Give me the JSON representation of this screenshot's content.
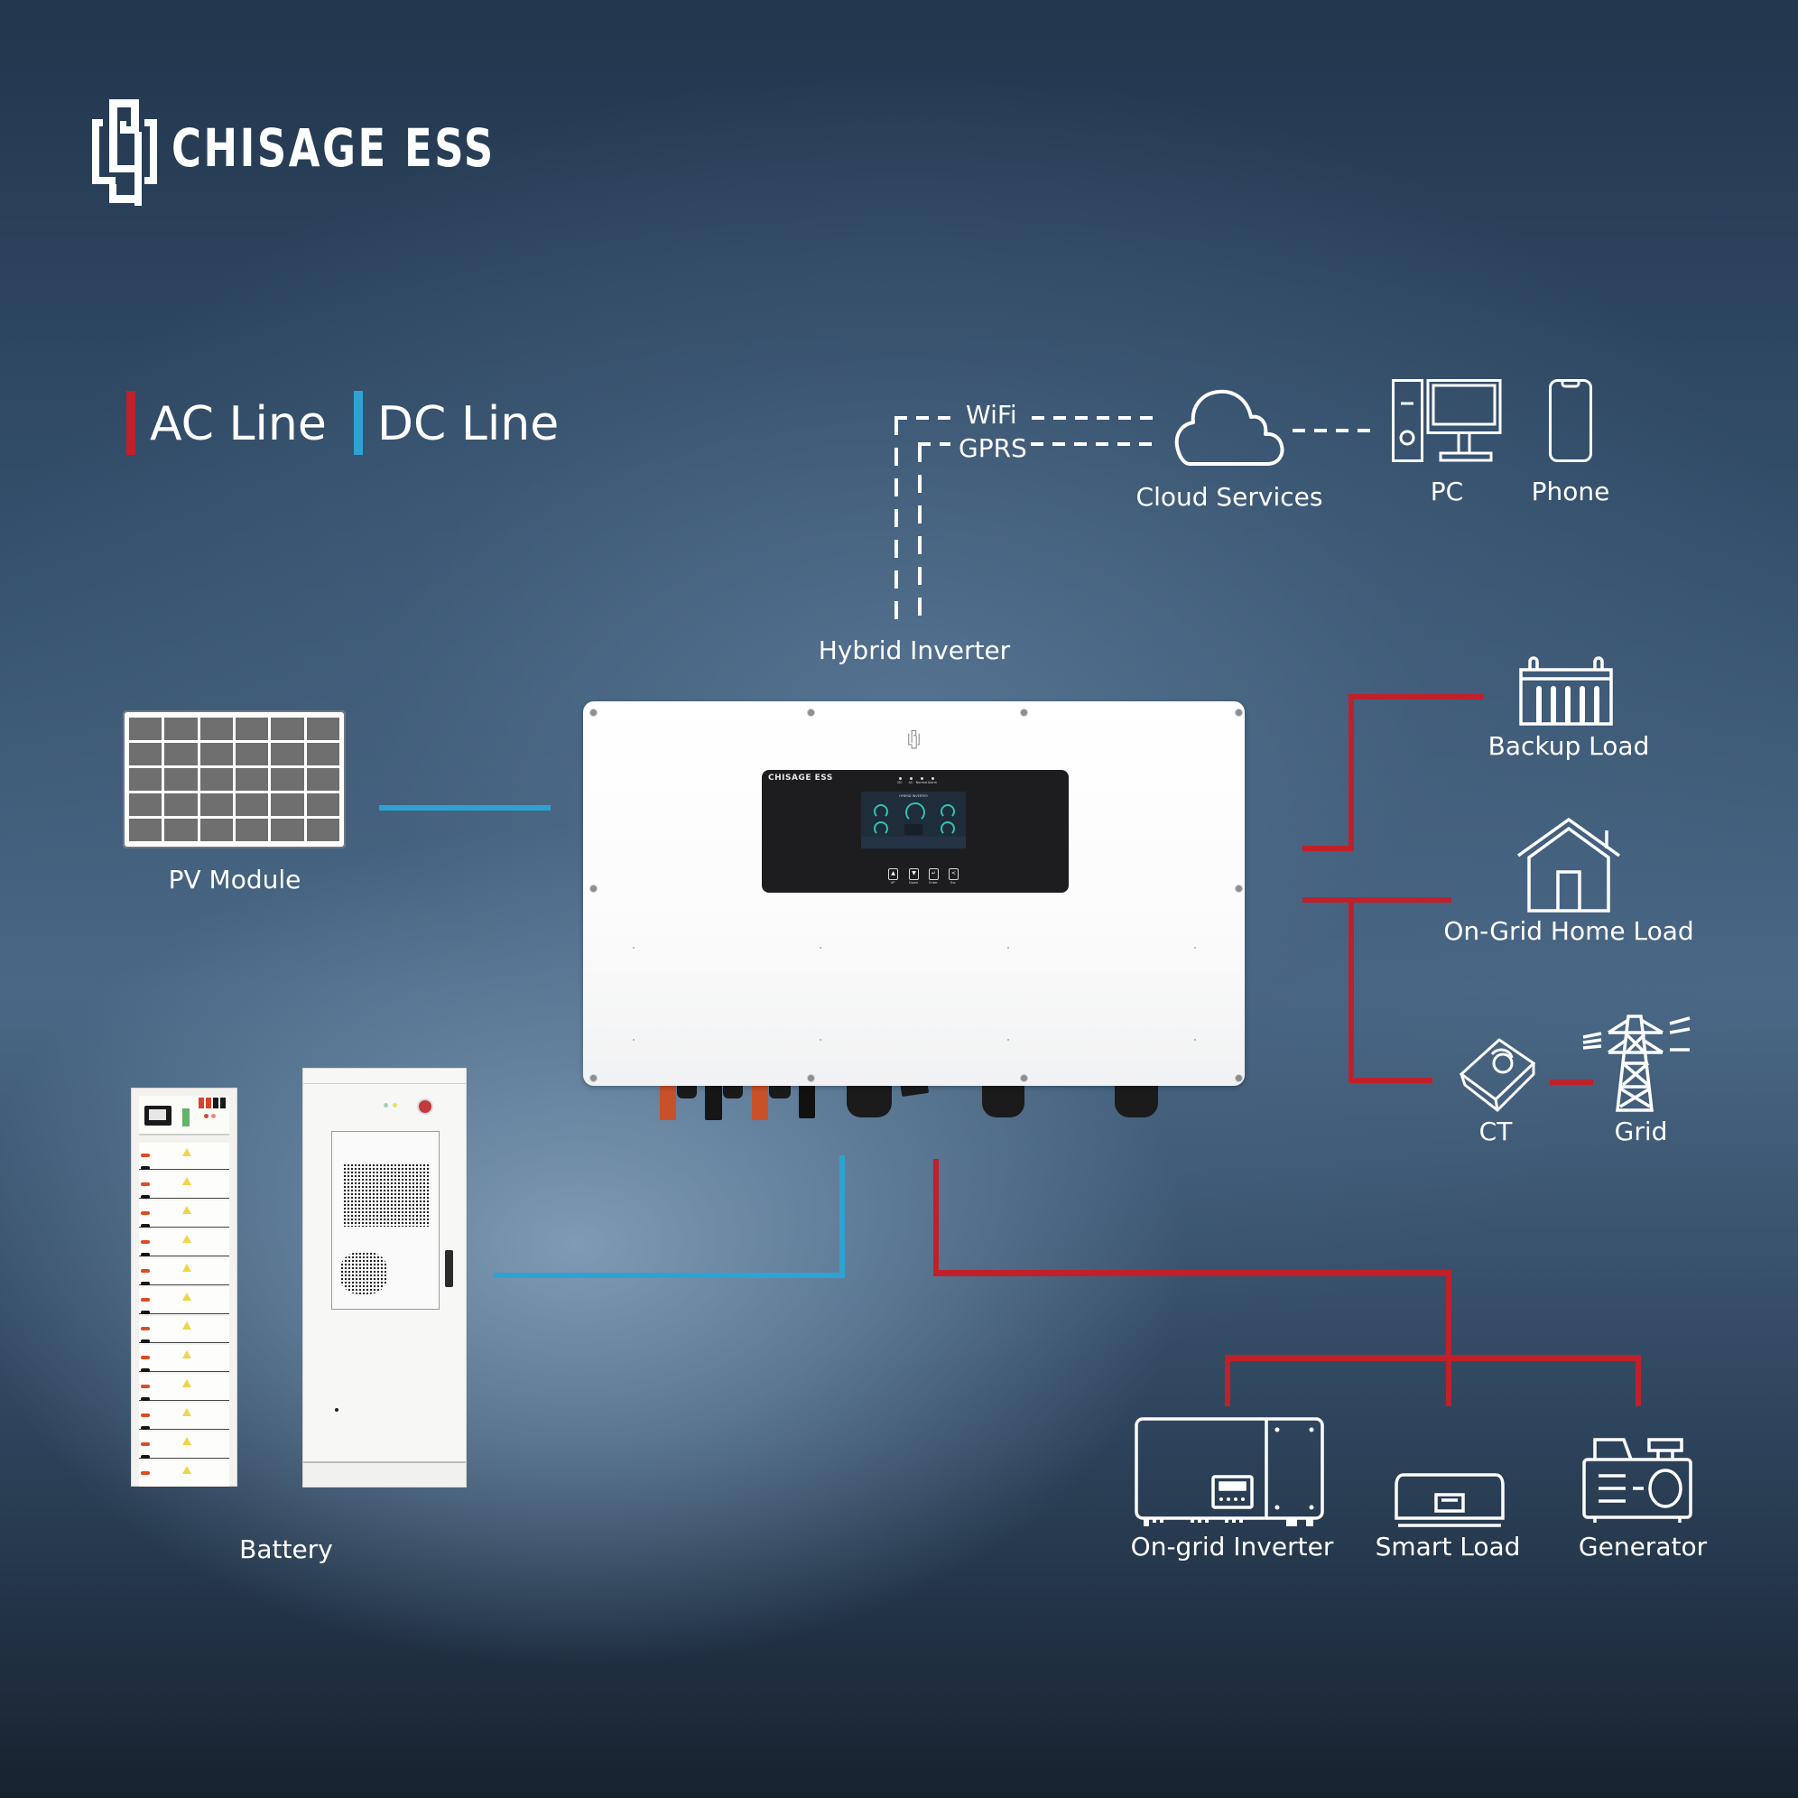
{
  "brand": {
    "name": "CHISAGE ESS",
    "logo_icon": "chisage-logo-icon"
  },
  "legend": {
    "items": [
      {
        "label": "AC Line",
        "color": "#c0202a"
      },
      {
        "label": "DC Line",
        "color": "#2ea3d3"
      }
    ]
  },
  "communication": {
    "wifi_label": "WiFi",
    "gprs_label": "GPRS",
    "cloud_label": "Cloud Services",
    "pc_label": "PC",
    "phone_label": "Phone"
  },
  "hybrid_inverter": {
    "label": "Hybrid Inverter",
    "panel_brand": "CHISAGE ESS",
    "screen_title": "HYBRID INVERTER",
    "indicators": [
      "DC",
      "AC",
      "Normal",
      "Alarm"
    ],
    "keys": [
      {
        "symbol": "▲",
        "label": "UP"
      },
      {
        "symbol": "▼",
        "label": "Down"
      },
      {
        "symbol": "↵",
        "label": "Enter"
      },
      {
        "symbol": "<",
        "label": "Esc"
      }
    ]
  },
  "components": {
    "pv_module": "PV Module",
    "battery": "Battery",
    "backup_load": "Backup Load",
    "on_grid_home_load": "On-Grid Home Load",
    "ct": "CT",
    "grid": "Grid",
    "on_grid_inverter": "On-grid Inverter",
    "smart_load": "Smart Load",
    "generator": "Generator"
  },
  "colors": {
    "ac_line": "#c0202a",
    "dc_line": "#2ea3d3",
    "background_dark": "#1f3046",
    "background_light": "#7894ad"
  }
}
